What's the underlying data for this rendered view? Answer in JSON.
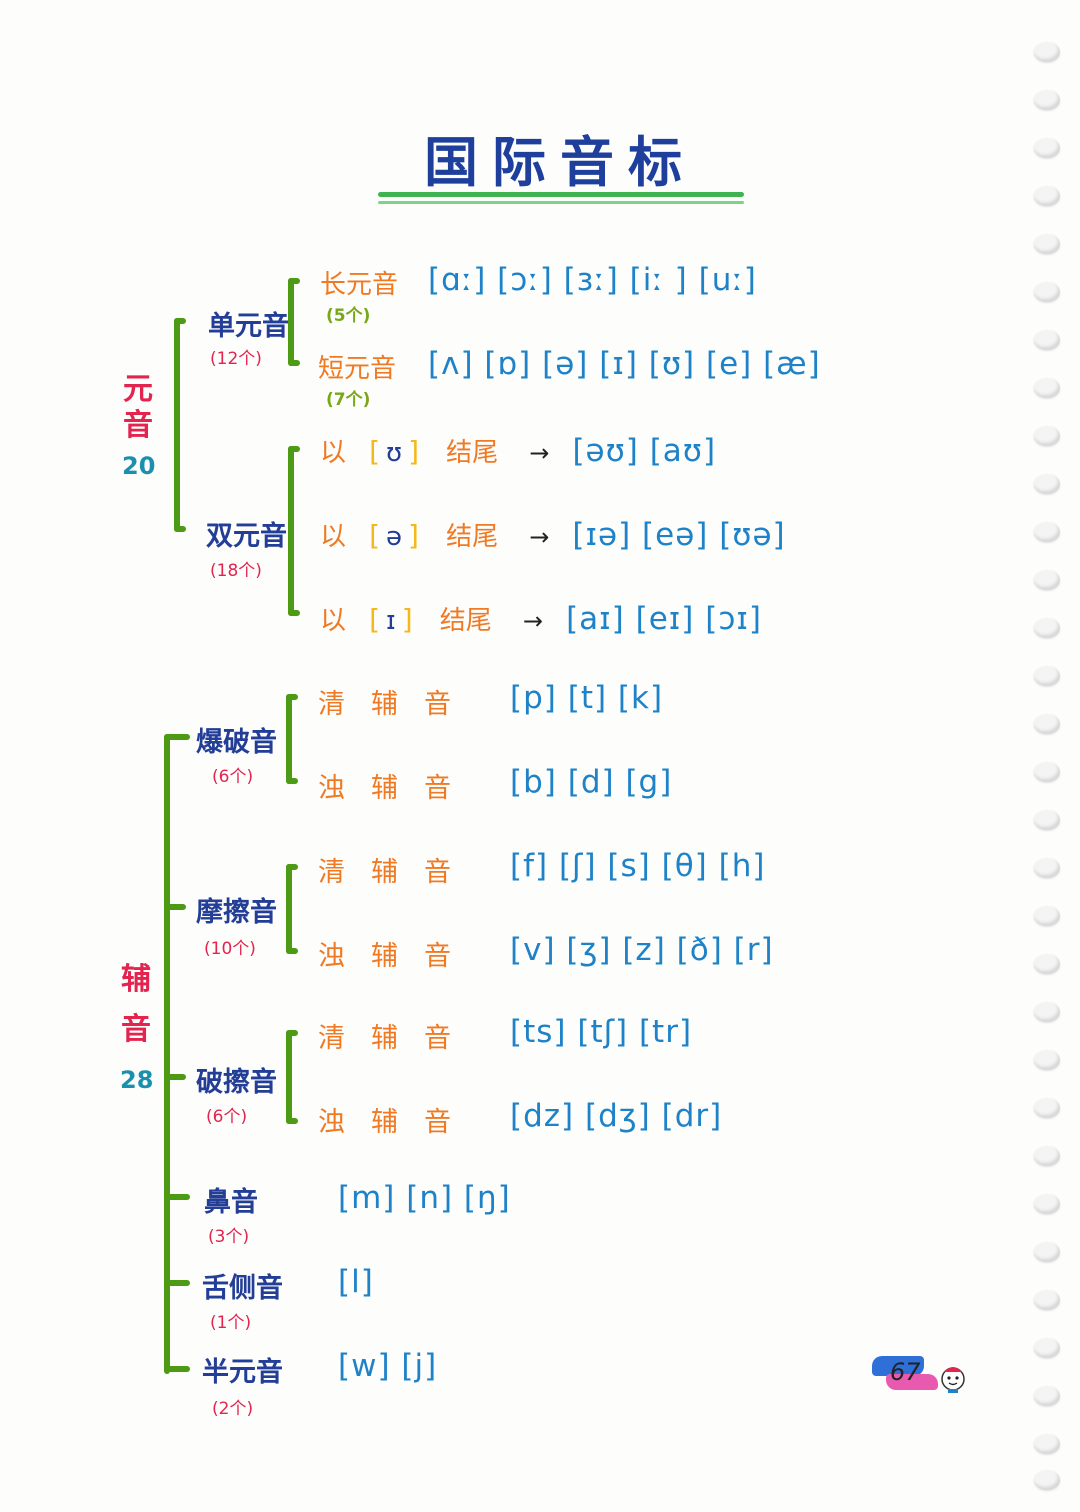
{
  "title": "国际音标",
  "vowels": {
    "label_1": "元",
    "label_2": "音",
    "count": "20",
    "monophthong": {
      "label": "单元音",
      "count": "(12个)",
      "long": {
        "label": "长元音",
        "count": "(5个)",
        "symbols": "[ɑː]  [ɔː]  [ɜː]  [iː ]  [uː]"
      },
      "short": {
        "label": "短元音",
        "count": "(7个)",
        "symbols": "[ʌ]  [ɒ]  [ə]  [ɪ]  [ʊ]  [e]  [æ]"
      }
    },
    "diphthong": {
      "label": "双元音",
      "count": "(18个)",
      "rows": [
        {
          "prefix": "以",
          "bracket_open": "[",
          "symbol": "ʊ",
          "bracket_close": "]",
          "suffix": "结尾",
          "arrow": "→",
          "result": "[əʊ]  [aʊ]"
        },
        {
          "prefix": "以",
          "bracket_open": "[",
          "symbol": "ə",
          "bracket_close": "]",
          "suffix": "结尾",
          "arrow": "→",
          "result": "[ɪə]  [eə]  [ʊə]"
        },
        {
          "prefix": "以",
          "bracket_open": "[",
          "symbol": "ɪ",
          "bracket_close": "]",
          "suffix": "结尾",
          "arrow": "→",
          "result": "[aɪ]  [eɪ]  [ɔɪ]"
        }
      ]
    }
  },
  "consonants": {
    "label_1": "辅",
    "label_2": "音",
    "count": "28",
    "plosive": {
      "label": "爆破音",
      "count": "(6个)",
      "voiceless": {
        "label": "清辅音",
        "symbols": "[p]  [t]  [k]"
      },
      "voiced": {
        "label": "浊辅音",
        "symbols": "[b]  [d]  [g]"
      }
    },
    "fricative": {
      "label": "摩擦音",
      "count": "(10个)",
      "voiceless": {
        "label": "清辅音",
        "symbols": "[f]  [ʃ]  [s]  [θ]  [h]"
      },
      "voiced": {
        "label": "浊辅音",
        "symbols": "[v]  [ʒ]  [z]  [ð]  [r]"
      }
    },
    "affricate": {
      "label": "破擦音",
      "count": "(6个)",
      "voiceless": {
        "label": "清辅音",
        "symbols": "[ts]  [tʃ]  [tr]"
      },
      "voiced": {
        "label": "浊辅音",
        "symbols": "[dz]  [dʒ]  [dr]"
      }
    },
    "nasal": {
      "label": "鼻音",
      "count": "(3个)",
      "symbols": "[m]  [n]  [ŋ]"
    },
    "lateral": {
      "label": "舌侧音",
      "count": "(1个)",
      "symbols": "[l]"
    },
    "semivowel": {
      "label": "半元音",
      "count": "(2个)",
      "symbols": "[w]  [j]"
    }
  },
  "page_number": "67",
  "colors": {
    "title": "#1f3f9c",
    "category": "#e2244f",
    "count_teal": "#1b8fae",
    "subcategory": "#233e96",
    "leaf_orange": "#f07a24",
    "ipa_blue": "#1e82c8",
    "bracket_green": "#4d9a14",
    "highlight_yellow": "#f4b81a",
    "title_underline": "#3fb34f"
  }
}
